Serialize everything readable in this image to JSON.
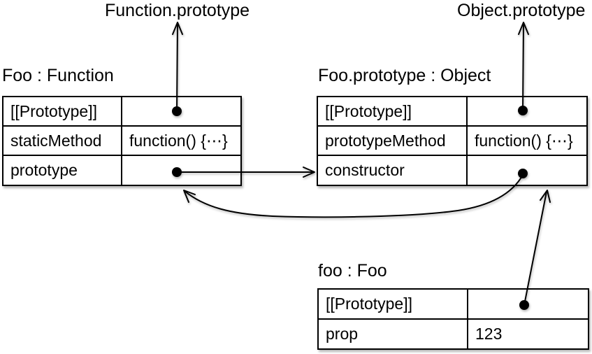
{
  "labels": {
    "function_prototype": "Function.prototype",
    "object_prototype": "Object.prototype"
  },
  "tables": {
    "foo_constructor": {
      "title": "Foo : Function",
      "rows": [
        {
          "key": "[[Prototype]]",
          "value": ""
        },
        {
          "key": "staticMethod",
          "value": "function() {⋯}"
        },
        {
          "key": "prototype",
          "value": ""
        }
      ]
    },
    "foo_prototype": {
      "title": "Foo.prototype : Object",
      "rows": [
        {
          "key": "[[Prototype]]",
          "value": ""
        },
        {
          "key": "prototypeMethod",
          "value": "function() {⋯}"
        },
        {
          "key": "constructor",
          "value": ""
        }
      ]
    },
    "foo_instance": {
      "title": "foo : Foo",
      "rows": [
        {
          "key": "[[Prototype]]",
          "value": ""
        },
        {
          "key": "prop",
          "value": "123"
        }
      ]
    }
  },
  "edges": [
    {
      "from": "Foo.[[Prototype]]",
      "to": "Function.prototype"
    },
    {
      "from": "Foo.prototype.[[Prototype]]",
      "to": "Object.prototype"
    },
    {
      "from": "Foo.prototype (property)",
      "to": "Foo.prototype : Object"
    },
    {
      "from": "Foo.prototype.constructor",
      "to": "Foo : Function"
    },
    {
      "from": "foo.[[Prototype]]",
      "to": "Foo.prototype : Object"
    }
  ],
  "colors": {
    "line": "#000000",
    "text": "#000000",
    "background": "#ffffff"
  }
}
